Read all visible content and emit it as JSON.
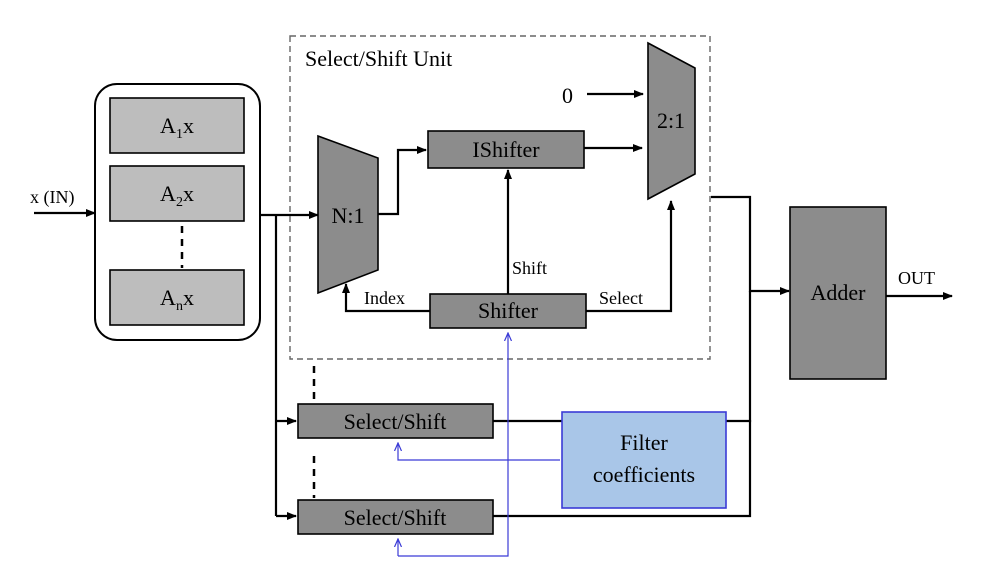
{
  "input_label": "x (IN)",
  "output_label": "OUT",
  "multiples": [
    {
      "base": "A",
      "sub": "1",
      "suffix": "x"
    },
    {
      "base": "A",
      "sub": "2",
      "suffix": "x"
    },
    {
      "base": "A",
      "sub": "n",
      "suffix": "x"
    }
  ],
  "unit": {
    "title": "Select/Shift Unit",
    "mux_n1": "N:1",
    "mux_21": "2:1",
    "zero": "0",
    "ishifter": "IShifter",
    "shifter": "Shifter",
    "shift_label": "Shift",
    "index_label": "Index",
    "select_label": "Select"
  },
  "select_shift_blocks": [
    "Select/Shift",
    "Select/Shift"
  ],
  "filter": {
    "line1": "Filter",
    "line2": "coefficients"
  },
  "adder": "Adder",
  "colors": {
    "block": "#8c8c8c",
    "light_block": "#bdbdbd",
    "filter": "#a9c6e8",
    "filter_border": "#3b3bd6"
  }
}
